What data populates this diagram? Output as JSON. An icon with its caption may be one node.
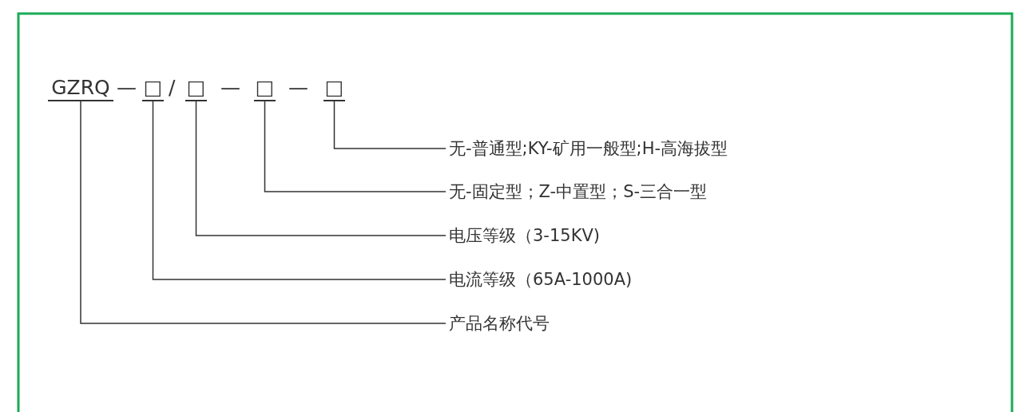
{
  "diagram": {
    "nodes": [
      {
        "text": [
          "GZRQ"
        ]
      },
      {
        "text": [
          "□"
        ]
      },
      {
        "text": [
          "□"
        ]
      },
      {
        "text": [
          "□"
        ]
      },
      {
        "text": [
          "□"
        ]
      },
      {
        "text": [
          "无-普通型;KY-矿用一般型;H-高海拔型"
        ]
      },
      {
        "text": [
          "无-固定型；Z-中置型；S-三合一型"
        ]
      },
      {
        "text": [
          "电压等级（3-15KV)"
        ]
      },
      {
        "text": [
          "电流等级（65A-1000A)"
        ]
      },
      {
        "text": [
          "产品名称代号"
        ]
      }
    ],
    "edges": [
      {
        "from": 4,
        "to": 5,
        "arrow": "none"
      },
      {
        "from": 3,
        "to": 6,
        "arrow": "none"
      },
      {
        "from": 2,
        "to": 7,
        "arrow": "none"
      },
      {
        "from": 1,
        "to": 8,
        "arrow": "none"
      },
      {
        "from": 0,
        "to": 9,
        "arrow": "none"
      }
    ],
    "labels": [
      "—",
      "/",
      "—",
      "—"
    ]
  }
}
